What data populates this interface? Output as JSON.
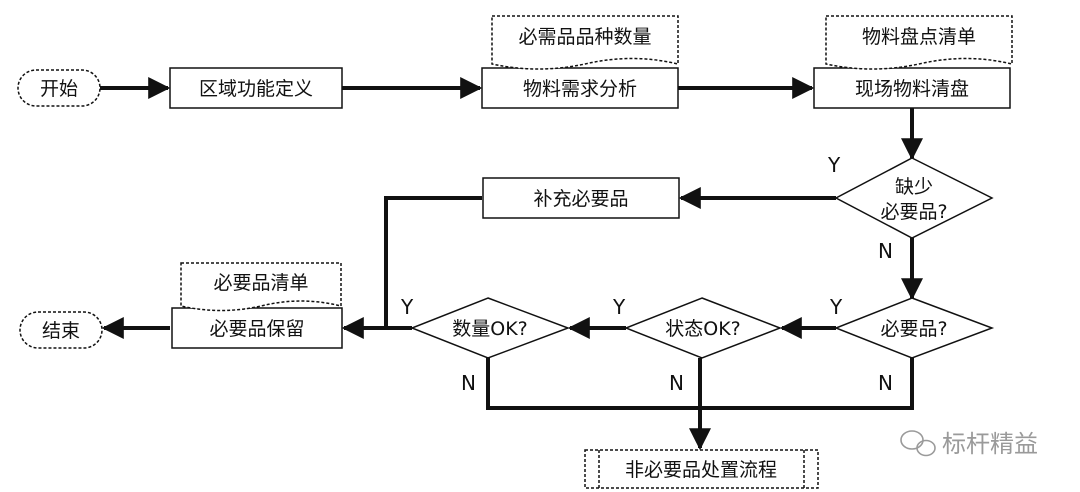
{
  "nodes": {
    "start": "开始",
    "define_areas": "区域功能定义",
    "analyze_needs": "物料需求分析",
    "inventory_check": "现场物料清盘",
    "lack_needed_line1": "缺少",
    "lack_needed_line2": "必要品?",
    "supplement": "补充必要品",
    "is_needed": "必要品?",
    "status_ok": "状态OK?",
    "quantity_ok": "数量OK?",
    "keep_needed": "必要品保留",
    "end": "结束",
    "unneeded_process": "非必要品处置流程"
  },
  "documents": {
    "needed_types_qty": "必需品品种数量",
    "material_list": "物料盘点清单",
    "needed_list": "必要品清单"
  },
  "branch_labels": {
    "lack_yes": "Y",
    "lack_no": "N",
    "needed_yes": "Y",
    "needed_no": "N",
    "status_yes": "Y",
    "status_no": "N",
    "quantity_yes": "Y",
    "quantity_no": "N"
  },
  "watermark": "标杆精益"
}
